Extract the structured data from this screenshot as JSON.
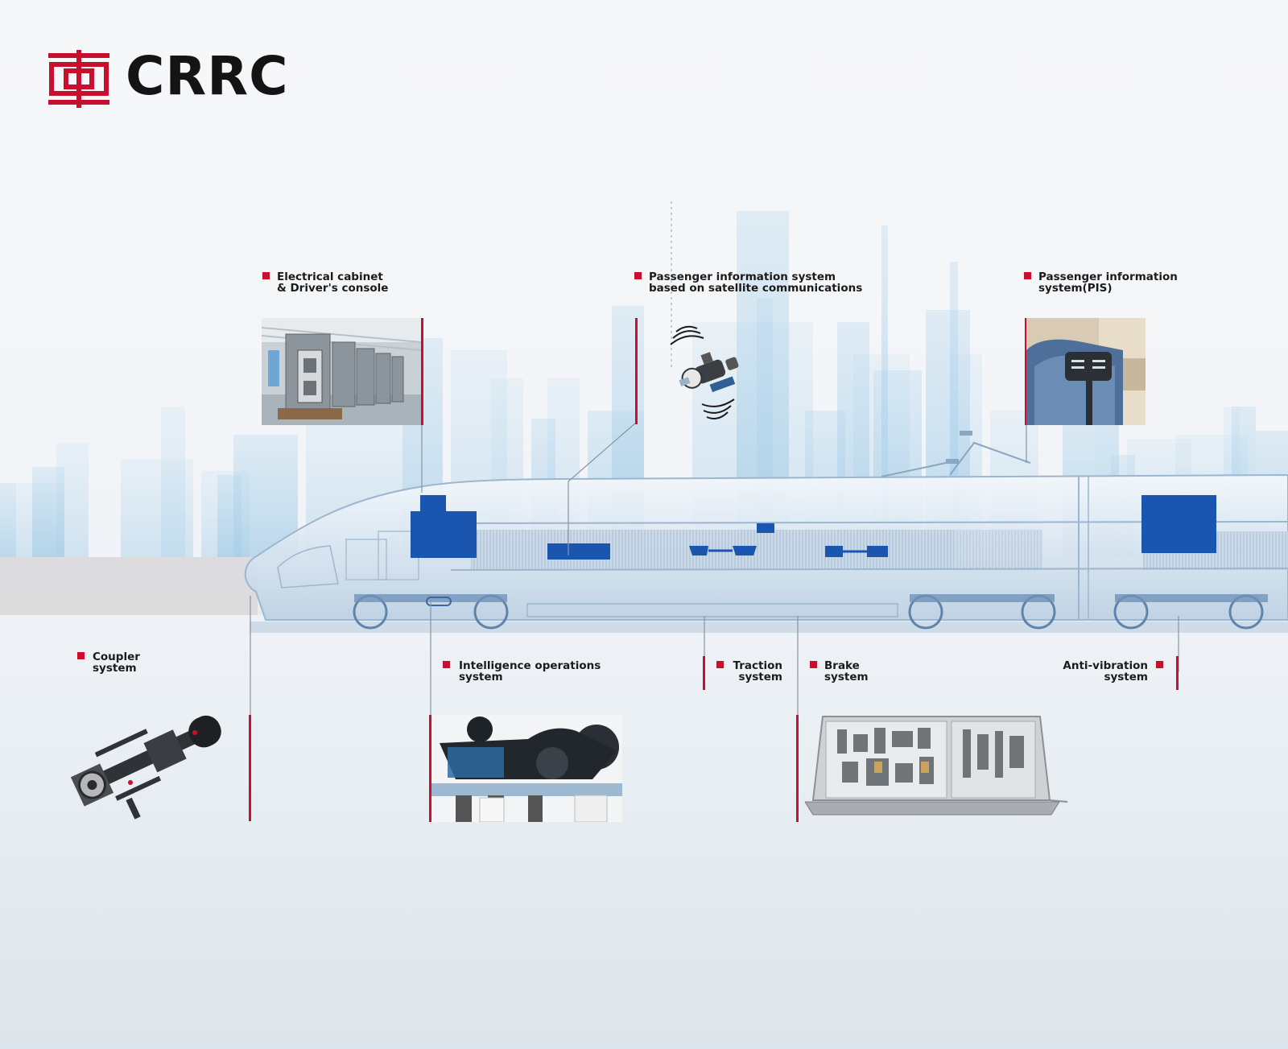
{
  "brand": {
    "name": "CRRC",
    "color": "#c8102e"
  },
  "labels": {
    "electrical": [
      "Electrical cabinet",
      "& Driver's console"
    ],
    "satellite": [
      "Passenger information system",
      "based on satellite communications"
    ],
    "pis": [
      "Passenger information",
      "system(PIS)"
    ],
    "coupler": [
      "Coupler",
      "system"
    ],
    "intelligence": [
      "Intelligence operations",
      "system"
    ],
    "traction": [
      "Traction",
      "system"
    ],
    "brake": [
      "Brake",
      "system"
    ],
    "antivibration": [
      "Anti-vibration",
      "system"
    ]
  }
}
